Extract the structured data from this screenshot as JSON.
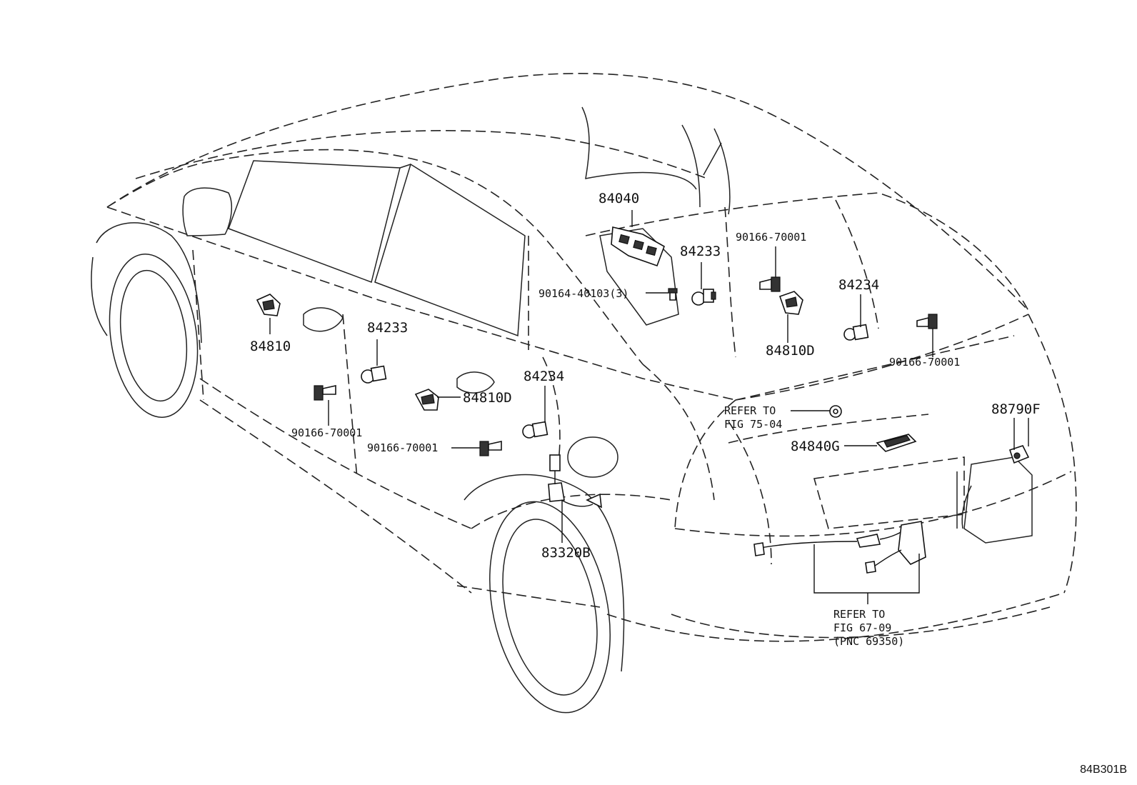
{
  "parts": [
    {
      "id": "p1",
      "label": "84040"
    },
    {
      "id": "p2",
      "label": "84233"
    },
    {
      "id": "p3",
      "label": "90166-70001"
    },
    {
      "id": "p4",
      "label": "90164-40103(3)"
    },
    {
      "id": "p5",
      "label": "84234"
    },
    {
      "id": "p6",
      "label": "84810D"
    },
    {
      "id": "p7",
      "label": "90166-70001"
    },
    {
      "id": "p8",
      "label": "84810"
    },
    {
      "id": "p9",
      "label": "84233"
    },
    {
      "id": "p10",
      "label": "84234"
    },
    {
      "id": "p11",
      "label": "84810D"
    },
    {
      "id": "p12",
      "label": "90166-70001"
    },
    {
      "id": "p13",
      "label": "90166-70001"
    },
    {
      "id": "p14",
      "label": "88790F"
    },
    {
      "id": "p15",
      "label": "84840G"
    },
    {
      "id": "p16",
      "label": "83320B"
    }
  ],
  "references": {
    "ref1": {
      "line1": "REFER TO",
      "line2": "FIG 75-04"
    },
    "ref2": {
      "line1": "REFER TO",
      "line2": "FIG 67-09",
      "line3": "(PNC 69350)"
    }
  },
  "drawing_id": "84B301B"
}
